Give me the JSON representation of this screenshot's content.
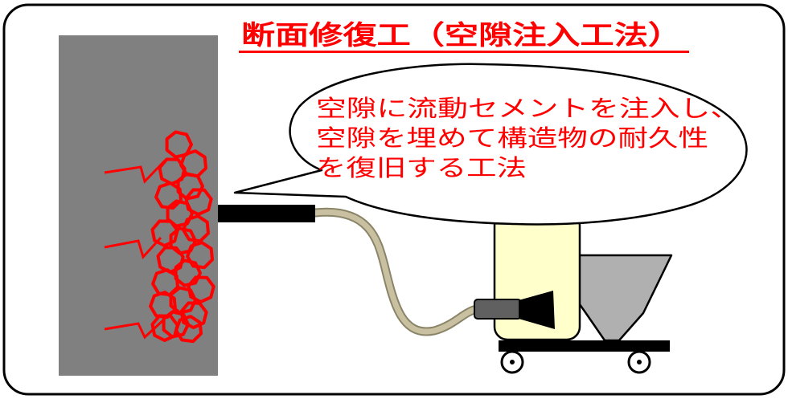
{
  "title": "断面修復工（空隙注入工法）",
  "callout": {
    "lines": [
      "空隙に流動セメントを注入し、",
      "空隙を埋めて構造物の耐久性",
      "を復旧する工法"
    ]
  },
  "colors": {
    "title": "#ff0000",
    "crack": "#ff0000",
    "concrete": "#808080",
    "hose": "#c8c0a0",
    "tank": "#ffffcc",
    "hopper": "#b0b0b0",
    "nozzle": "#000000"
  }
}
